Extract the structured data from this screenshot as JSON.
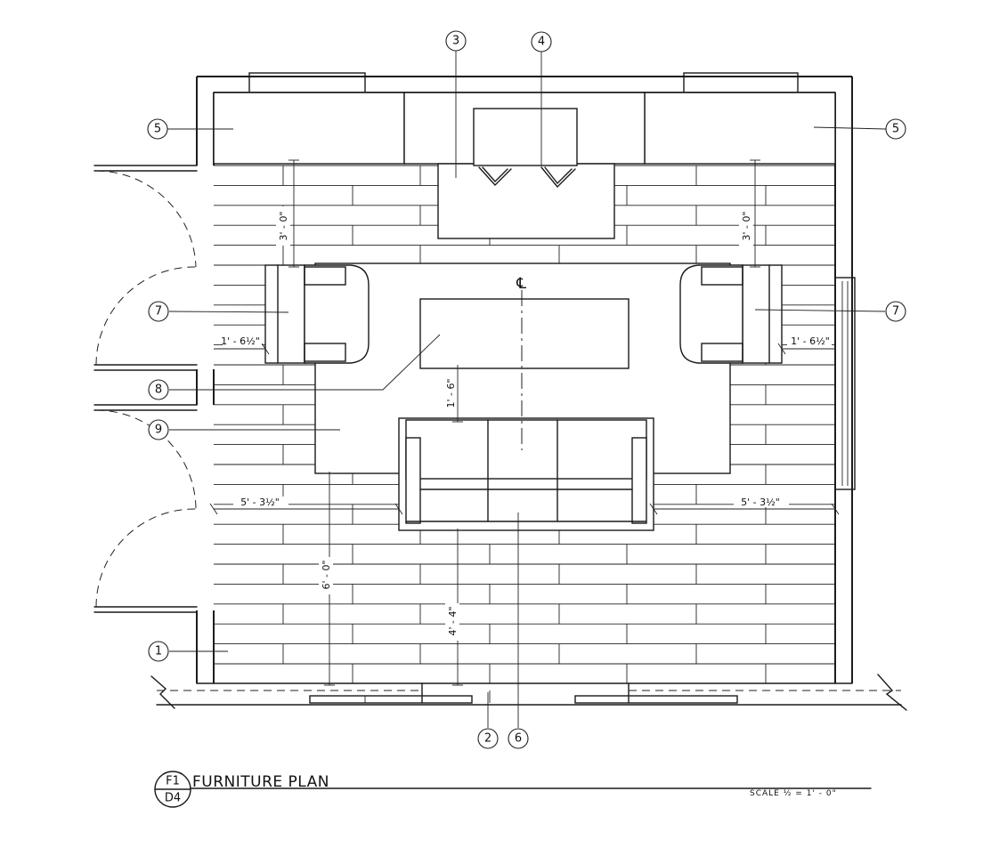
{
  "title": "FURNITURE PLAN",
  "sheet": {
    "detail": "F1",
    "page": "D4"
  },
  "scale": "SCALE ½ = 1' - 0\"",
  "centerline_symbol": "℄",
  "tags": [
    "1",
    "2",
    "3",
    "4",
    "5",
    "5",
    "6",
    "7",
    "7",
    "8",
    "9"
  ],
  "dimensions": {
    "side_clear_left": "3' - 0\"",
    "side_clear_right": "3' - 0\"",
    "chair_gap_left": "1' - 6½\"",
    "chair_gap_right": "1' - 6½\"",
    "table_to_sofa": "1' - 6\"",
    "sofa_left": "5' - 3½\"",
    "sofa_right": "5' - 3½\"",
    "rug_to_wall": "6' - 0\"",
    "sofa_to_wall": "4' - 4\""
  }
}
